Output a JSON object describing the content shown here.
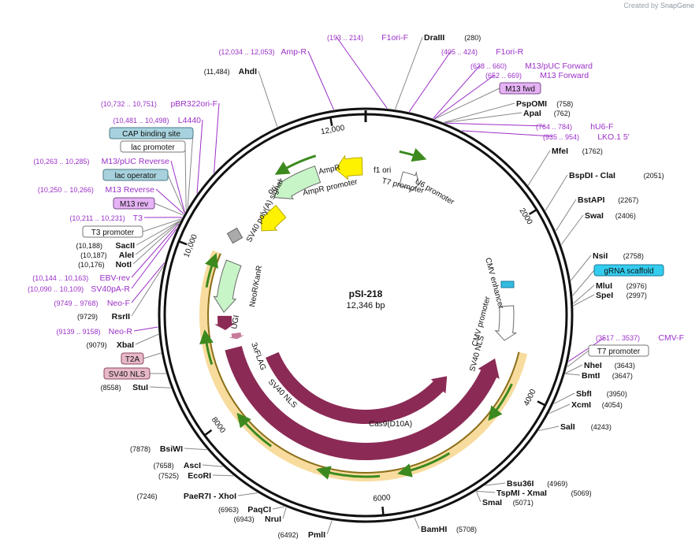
{
  "watermark": {
    "prefix": "Created by",
    "brand": "SnapGene"
  },
  "plasmid": {
    "name": "pSI-218",
    "length": "12,346 bp",
    "bp": 12346
  },
  "colors": {
    "enzyme": "#000000",
    "primer": "#9b30c8",
    "cas9": "#8b2a55",
    "yellow": "#ffee00",
    "ori": "#fff200",
    "green_arrow": "#3c8a1f",
    "pale_green": "#c8f5c8",
    "orange_track": "#f0c060",
    "gRNA": "#33ccee",
    "cap_box": "#a7d2dd",
    "m13_box": "#dfb0f0",
    "sv40_box": "#e6b8c8"
  },
  "tick_labels": [
    "2000",
    "4000",
    "6000",
    "8000",
    "10,000",
    "12,000"
  ],
  "ticks": [
    2000,
    4000,
    6000,
    8000,
    10000,
    12000
  ],
  "labels": [
    {
      "id": "f1ori-f",
      "kind": "primer",
      "text": "F1ori-F",
      "range": "(193 .. 214)",
      "pos": 203
    },
    {
      "id": "drai",
      "kind": "enzyme",
      "text": "DraIII",
      "range": "(280)",
      "pos": 280
    },
    {
      "id": "f1ori-r",
      "kind": "primer",
      "text": "F1ori-R",
      "range": "(405 .. 424)",
      "pos": 414
    },
    {
      "id": "m13puc",
      "kind": "primer",
      "text": "M13/pUC Forward",
      "range": "(638 .. 660)",
      "pos": 649
    },
    {
      "id": "m13fwd-p",
      "kind": "primer",
      "text": "M13 Forward",
      "range": "(652 .. 669)",
      "pos": 660
    },
    {
      "id": "m13fwd",
      "kind": "box-purple",
      "text": "M13 fwd",
      "range": "",
      "pos": 665
    },
    {
      "id": "pspomi",
      "kind": "enzyme",
      "text": "PspOMI",
      "range": "(758)",
      "pos": 758
    },
    {
      "id": "apai",
      "kind": "enzyme",
      "text": "ApaI",
      "range": "(762)",
      "pos": 762
    },
    {
      "id": "hu6f",
      "kind": "primer",
      "text": "hU6-F",
      "range": "(764 .. 784)",
      "pos": 774
    },
    {
      "id": "lko",
      "kind": "primer",
      "text": "LKO.1 5'",
      "range": "(935 .. 954)",
      "pos": 944
    },
    {
      "id": "mfei",
      "kind": "enzyme",
      "text": "MfeI",
      "range": "(1762)",
      "pos": 1762
    },
    {
      "id": "bspdi",
      "kind": "enzyme",
      "text": "BspDI  - ClaI",
      "range": "(2051)",
      "pos": 2051
    },
    {
      "id": "bstapi",
      "kind": "enzyme",
      "text": "BstAPI",
      "range": "(2267)",
      "pos": 2267
    },
    {
      "id": "swai",
      "kind": "enzyme",
      "text": "SwaI",
      "range": "(2406)",
      "pos": 2406
    },
    {
      "id": "nsii",
      "kind": "enzyme",
      "text": "NsiI",
      "range": "(2758)",
      "pos": 2758
    },
    {
      "id": "grna",
      "kind": "box-cyan",
      "text": "gRNA scaffold",
      "range": "",
      "pos": 2900
    },
    {
      "id": "mlui",
      "kind": "enzyme",
      "text": "MluI",
      "range": "(2976)",
      "pos": 2976
    },
    {
      "id": "spei",
      "kind": "enzyme",
      "text": "SpeI",
      "range": "(2997)",
      "pos": 2997
    },
    {
      "id": "cmvf",
      "kind": "primer",
      "text": "CMV-F",
      "range": "(3517 .. 3537)",
      "pos": 3527
    },
    {
      "id": "t7p",
      "kind": "box-white",
      "text": "T7 promoter",
      "range": "",
      "pos": 3580
    },
    {
      "id": "nhei",
      "kind": "enzyme",
      "text": "NheI",
      "range": "(3643)",
      "pos": 3643
    },
    {
      "id": "bmti",
      "kind": "enzyme",
      "text": "BmtI",
      "range": "(3647)",
      "pos": 3647
    },
    {
      "id": "sbfi",
      "kind": "enzyme",
      "text": "SbfI",
      "range": "(3950)",
      "pos": 3950
    },
    {
      "id": "xcmi",
      "kind": "enzyme",
      "text": "XcmI",
      "range": "(4054)",
      "pos": 4054
    },
    {
      "id": "sali",
      "kind": "enzyme",
      "text": "SalI",
      "range": "(4243)",
      "pos": 4243
    },
    {
      "id": "bsu36i",
      "kind": "enzyme",
      "text": "Bsu36I",
      "range": "(4969)",
      "pos": 4969
    },
    {
      "id": "tspmi",
      "kind": "enzyme",
      "text": "TspMI  - XmaI",
      "range": "(5069)",
      "pos": 5069
    },
    {
      "id": "smai",
      "kind": "enzyme",
      "text": "SmaI",
      "range": "(5071)",
      "pos": 5071
    },
    {
      "id": "bamhi",
      "kind": "enzyme",
      "text": "BamHI",
      "range": "(5708)",
      "pos": 5708
    },
    {
      "id": "pmli",
      "kind": "enzyme",
      "text": "PmlI",
      "range": "(6492)",
      "pos": 6492
    },
    {
      "id": "nrui",
      "kind": "enzyme",
      "text": "NruI",
      "range": "(6943)",
      "pos": 6943
    },
    {
      "id": "paqci",
      "kind": "enzyme",
      "text": "PaqCI",
      "range": "(6963)",
      "pos": 6963
    },
    {
      "id": "paer7i",
      "kind": "enzyme",
      "text": "PaeR7I  - XhoI",
      "range": "(7246)",
      "pos": 7246
    },
    {
      "id": "ecori",
      "kind": "enzyme",
      "text": "EcoRI",
      "range": "(7525)",
      "pos": 7525
    },
    {
      "id": "asci",
      "kind": "enzyme",
      "text": "AscI",
      "range": "(7658)",
      "pos": 7658
    },
    {
      "id": "bsiwi",
      "kind": "enzyme",
      "text": "BsiWI",
      "range": "(7878)",
      "pos": 7878
    },
    {
      "id": "stui",
      "kind": "enzyme",
      "text": "StuI",
      "range": "(8558)",
      "pos": 8558
    },
    {
      "id": "sv40nls",
      "kind": "box-pink",
      "text": "SV40 NLS",
      "range": "",
      "pos": 8700
    },
    {
      "id": "t2a",
      "kind": "box-pink",
      "text": "T2A",
      "range": "",
      "pos": 8900
    },
    {
      "id": "xbai",
      "kind": "enzyme",
      "text": "XbaI",
      "range": "(9079)",
      "pos": 9079
    },
    {
      "id": "neor",
      "kind": "primer",
      "text": "Neo-R",
      "range": "(9139 .. 9158)",
      "pos": 9148
    },
    {
      "id": "rsrii",
      "kind": "enzyme",
      "text": "RsrII",
      "range": "(9729)",
      "pos": 9729
    },
    {
      "id": "neof",
      "kind": "primer",
      "text": "Neo-F",
      "range": "(9749 .. 9768)",
      "pos": 9758
    },
    {
      "id": "sv40par",
      "kind": "primer",
      "text": "SV40pA-R",
      "range": "(10,090 .. 10,109)",
      "pos": 10100
    },
    {
      "id": "ebvrev",
      "kind": "primer",
      "text": "EBV-rev",
      "range": "(10,144 .. 10,163)",
      "pos": 10153
    },
    {
      "id": "noti",
      "kind": "enzyme",
      "text": "NotI",
      "range": "(10,176)",
      "pos": 10176
    },
    {
      "id": "alei",
      "kind": "enzyme",
      "text": "AleI",
      "range": "(10,187)",
      "pos": 10187
    },
    {
      "id": "sacii",
      "kind": "enzyme",
      "text": "SacII",
      "range": "(10,188)",
      "pos": 10188
    },
    {
      "id": "t3p",
      "kind": "box-white",
      "text": "T3 promoter",
      "range": "",
      "pos": 10205
    },
    {
      "id": "t3",
      "kind": "primer",
      "text": "T3",
      "range": "(10,211 .. 10,231)",
      "pos": 10221
    },
    {
      "id": "m13rev",
      "kind": "box-purple",
      "text": "M13 rev",
      "range": "",
      "pos": 10245
    },
    {
      "id": "m13reverse",
      "kind": "primer",
      "text": "M13 Reverse",
      "range": "(10,250 .. 10,266)",
      "pos": 10258
    },
    {
      "id": "lacop",
      "kind": "box-cyan2",
      "text": "lac operator",
      "range": "",
      "pos": 10270
    },
    {
      "id": "m13pucrev",
      "kind": "primer",
      "text": "M13/pUC Reverse",
      "range": "(10,263 .. 10,285)",
      "pos": 10274
    },
    {
      "id": "lacp",
      "kind": "box-white",
      "text": "lac promoter",
      "range": "",
      "pos": 10300
    },
    {
      "id": "cap",
      "kind": "box-cyan2",
      "text": "CAP binding site",
      "range": "",
      "pos": 10330
    },
    {
      "id": "l4440",
      "kind": "primer",
      "text": "L4440",
      "range": "(10,481 .. 10,498)",
      "pos": 10489
    },
    {
      "id": "pbr322",
      "kind": "primer",
      "text": "pBR322ori-F",
      "range": "(10,732 .. 10,751)",
      "pos": 10741
    },
    {
      "id": "ahdi",
      "kind": "enzyme",
      "text": "AhdI",
      "range": "(11,484)",
      "pos": 11484
    },
    {
      "id": "ampr-p",
      "kind": "primer",
      "text": "Amp-R",
      "range": "(12,034 .. 12,053)",
      "pos": 12043
    }
  ],
  "features": {
    "f1ori": "f1 ori",
    "ampr": "AmpR",
    "ampr_promoter": "AmpR promoter",
    "ori": "ori",
    "t7promoter": "T7 promoter",
    "u6promoter": "U6 promoter",
    "sv40polya": "SV40 poly(A) signal",
    "neokanr": "NeoR/KanR",
    "ugi": "UGI",
    "flag": "3xFLAG",
    "sv40nls_inner": "SV40 NLS",
    "cmv_enhancer": "CMV enhancer",
    "cmv_promoter": "CMV promoter",
    "sv40nls_right": "SV40 NLS",
    "cas9": "Cas9",
    "cas9d10a": "Cas9(D10A)"
  }
}
